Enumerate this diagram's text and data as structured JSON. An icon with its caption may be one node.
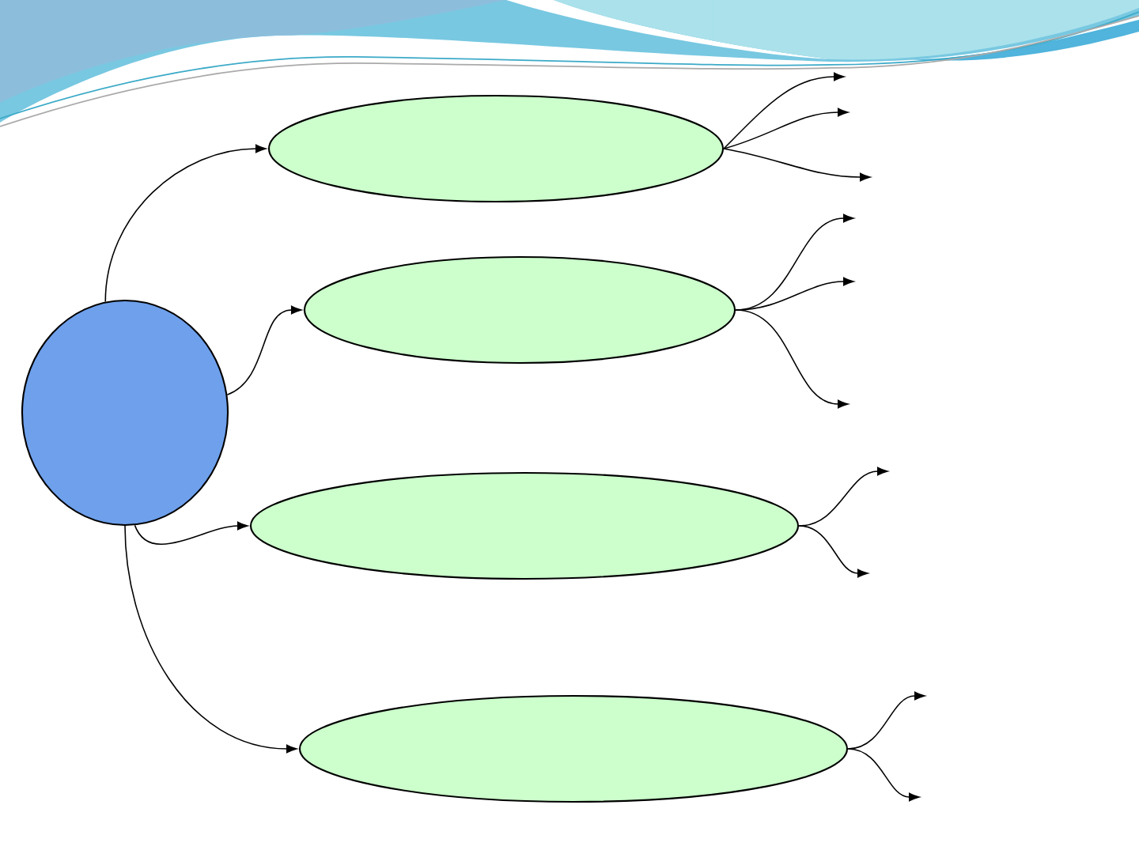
{
  "diagram": {
    "nodes": [
      {
        "text": [],
        "shape": "circle"
      },
      {
        "text": [],
        "shape": "ellipse"
      },
      {
        "text": [],
        "shape": "ellipse"
      },
      {
        "text": [],
        "shape": "ellipse"
      },
      {
        "text": [],
        "shape": "ellipse"
      }
    ],
    "edges": [
      {
        "from": 0,
        "to": 1,
        "arrow": "to"
      },
      {
        "from": 0,
        "to": 2,
        "arrow": "to"
      },
      {
        "from": 0,
        "to": 3,
        "arrow": "to"
      },
      {
        "from": 0,
        "to": 4,
        "arrow": "to"
      },
      {
        "from": 1,
        "to": null,
        "arrow": "to"
      },
      {
        "from": 1,
        "to": null,
        "arrow": "to"
      },
      {
        "from": 1,
        "to": null,
        "arrow": "to"
      },
      {
        "from": 2,
        "to": null,
        "arrow": "to"
      },
      {
        "from": 2,
        "to": null,
        "arrow": "to"
      },
      {
        "from": 2,
        "to": null,
        "arrow": "to"
      },
      {
        "from": 3,
        "to": null,
        "arrow": "to"
      },
      {
        "from": 3,
        "to": null,
        "arrow": "to"
      },
      {
        "from": 4,
        "to": null,
        "arrow": "to"
      },
      {
        "from": 4,
        "to": null,
        "arrow": "to"
      }
    ]
  }
}
